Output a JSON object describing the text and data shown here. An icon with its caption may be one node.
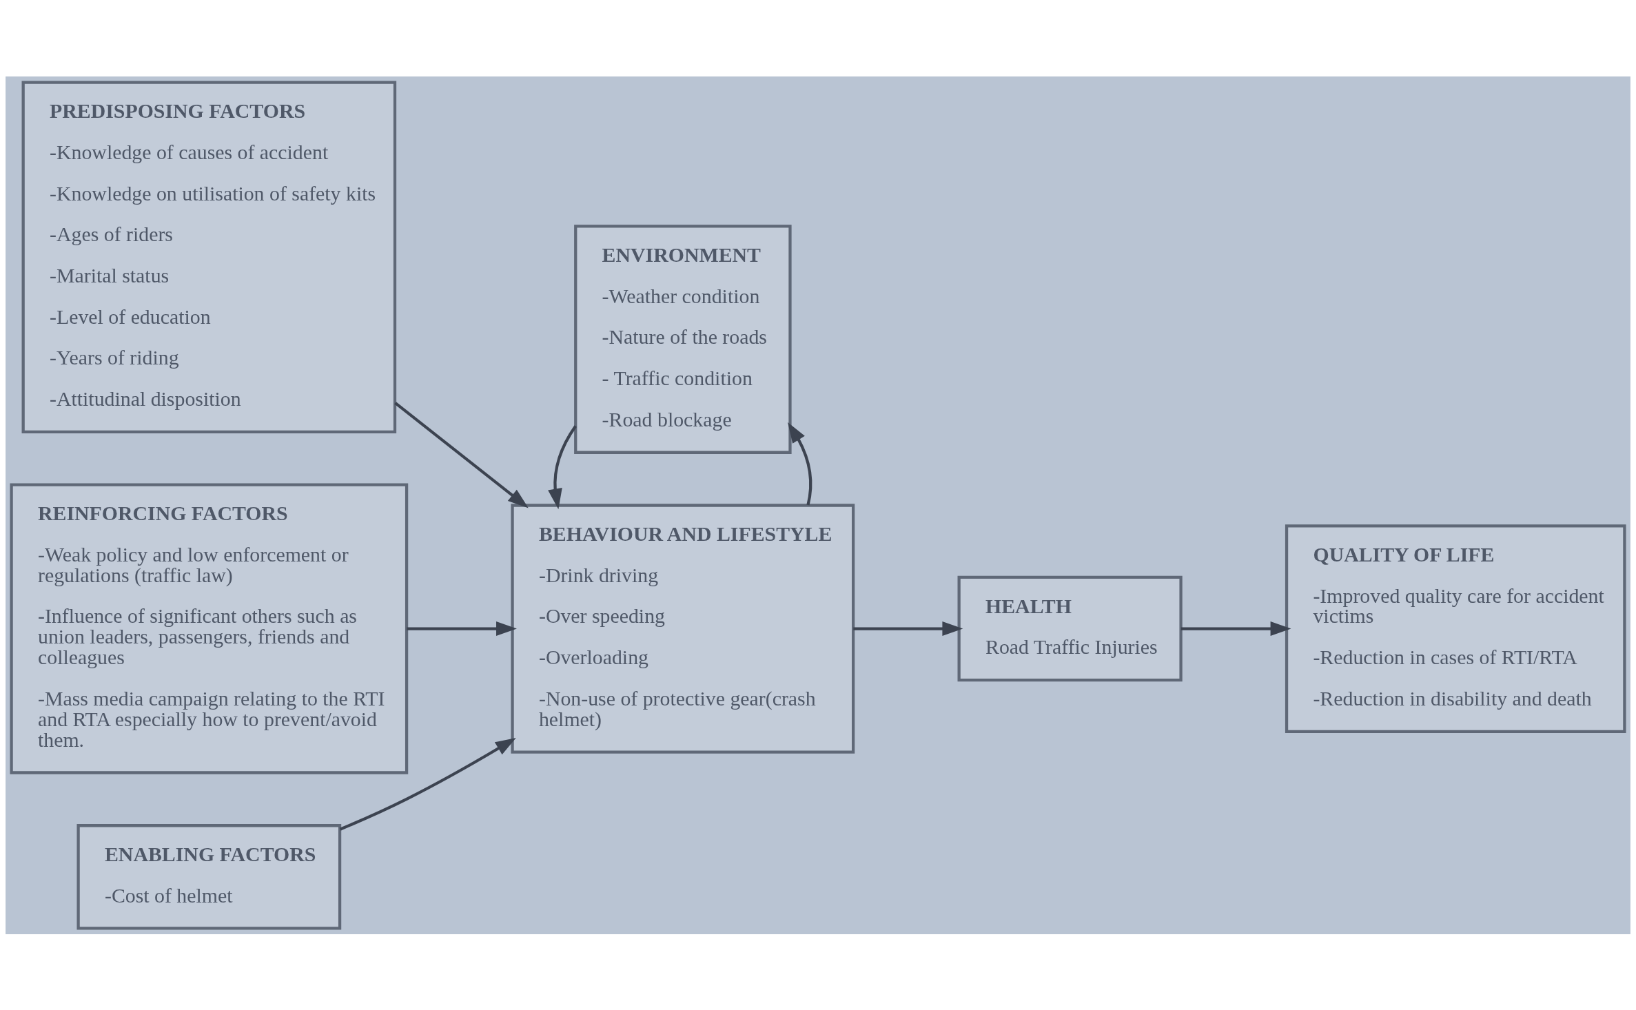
{
  "diagram": {
    "nodes": [
      {
        "text": [
          "PREDISPOSING FACTORS",
          "-Knowledge of causes of accident",
          "-Knowledge on utilisation of safety kits",
          "-Ages of riders",
          "-Marital status",
          "-Level of education",
          "-Years of riding",
          "-Attitudinal disposition"
        ]
      },
      {
        "text": [
          "REINFORCING FACTORS",
          "-Weak policy and low enforcement or regulations (traffic law)",
          "-Influence of significant others such as union leaders, passengers, friends and colleagues",
          "-Mass media campaign relating to the RTI and RTA especially how to prevent/avoid them."
        ]
      },
      {
        "text": [
          "ENABLING FACTORS",
          "-Cost of helmet"
        ]
      },
      {
        "text": [
          "BEHAVIOUR AND LIFESTYLE",
          "-Drink driving",
          "-Over speeding",
          "-Overloading",
          "-Non-use of protective gear(crash helmet)"
        ]
      },
      {
        "text": [
          "ENVIRONMENT",
          "-Weather condition",
          "-Nature of the roads",
          "- Traffic condition",
          "-Road blockage"
        ]
      },
      {
        "text": [
          "HEALTH",
          "Road Traffic Injuries"
        ]
      },
      {
        "text": [
          "QUALITY OF LIFE",
          "-Improved quality care for accident victims",
          "-Reduction in cases of RTI/RTA",
          "-Reduction in disability and death"
        ]
      }
    ],
    "edges": [
      {
        "from": 0,
        "to": 3,
        "arrow": "to"
      },
      {
        "from": 1,
        "to": 3,
        "arrow": "to"
      },
      {
        "from": 2,
        "to": 3,
        "arrow": "to"
      },
      {
        "from": 3,
        "to": 4,
        "arrow": "to"
      },
      {
        "from": 4,
        "to": 3,
        "arrow": "to"
      },
      {
        "from": 3,
        "to": 5,
        "arrow": "to"
      },
      {
        "from": 5,
        "to": 6,
        "arrow": "to"
      }
    ]
  }
}
